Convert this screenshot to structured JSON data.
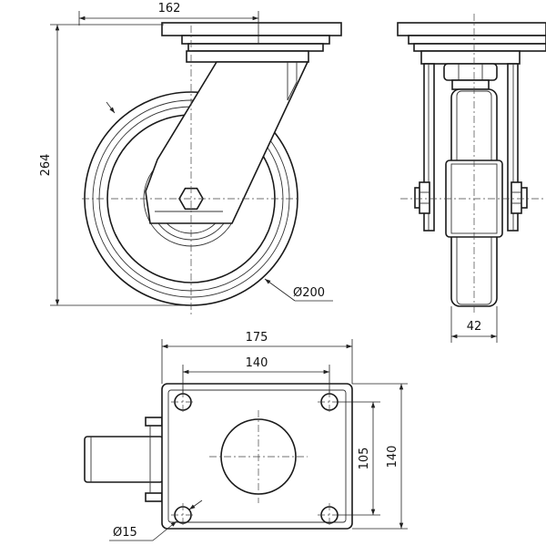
{
  "dimensions": {
    "top_plate_length": "162",
    "overall_height": "264",
    "wheel_diameter": "Ø200",
    "wheel_width": "42",
    "plate_length": "175",
    "bolt_spacing_long": "140",
    "bolt_spacing_short": "105",
    "plate_width": "140",
    "bolt_hole_diameter": "Ø15"
  },
  "colors": {
    "line": "#1a1a1a",
    "background": "#ffffff"
  }
}
